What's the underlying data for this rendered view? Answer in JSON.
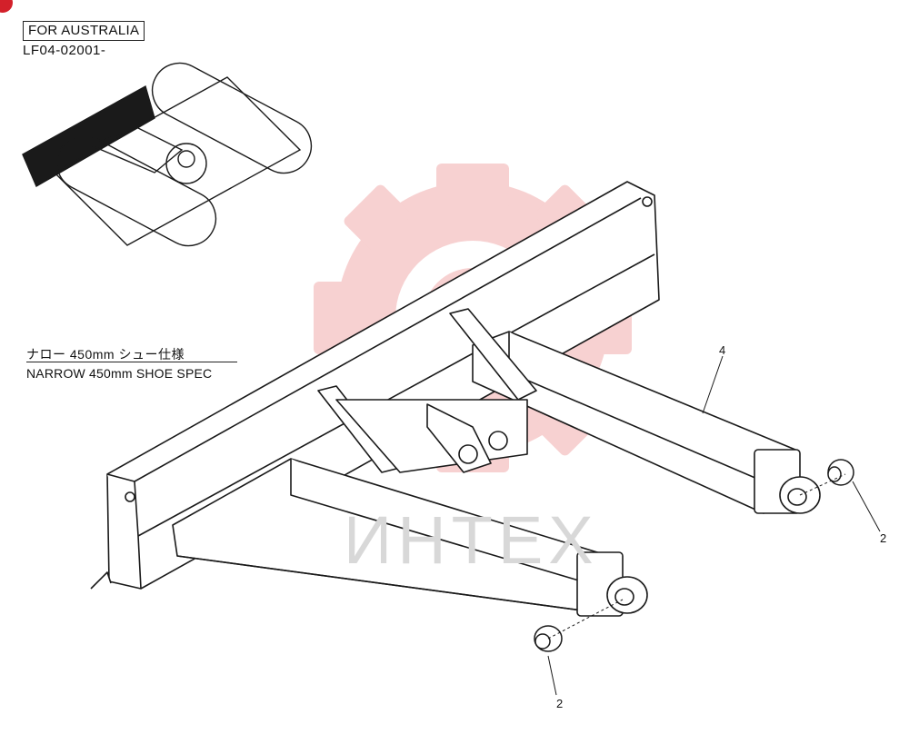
{
  "header": {
    "region_label": "FOR AUSTRALIA",
    "serial_range": "LF04-02001-"
  },
  "spec_note": {
    "japanese": "ナロー 450mm シュー仕様",
    "english": "NARROW 450mm SHOE SPEC"
  },
  "callouts": [
    {
      "part_no": "4",
      "label": "4"
    },
    {
      "part_no": "2",
      "label": "2"
    },
    {
      "part_no": "2",
      "label": "2"
    }
  ],
  "watermark": {
    "text": "ИНТЕХ",
    "gear_color": "#f6c9c9"
  },
  "colors": {
    "line": "#1a1a1a",
    "accent_dot": "#d3202a"
  }
}
